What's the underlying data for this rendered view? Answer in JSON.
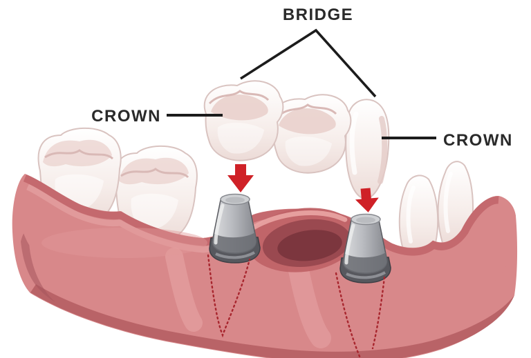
{
  "figure": {
    "title_label": "BRIDGE",
    "left_label": "CROWN",
    "right_label": "CROWN"
  },
  "colors": {
    "label_text": "#2a2a2a",
    "pointer_line": "#1c1c1c",
    "arrow_red": "#cf2127",
    "gum_pink": "#d8888a",
    "gum_ridge": "#c4696e",
    "gum_shadow": "#b76165",
    "gum_socket_dark": "#7c363e",
    "tooth_white": "#faf4f2",
    "tooth_shading": "#ecd6d2",
    "abutment_light": "#d8d9db",
    "abutment_dark": "#57585e",
    "root_outline_red": "#a8262e"
  }
}
